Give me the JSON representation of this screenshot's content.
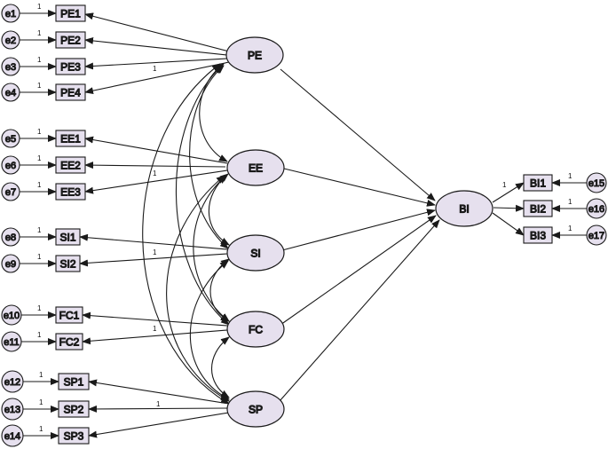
{
  "latents": {
    "PE": "PE",
    "EE": "EE",
    "SI": "SI",
    "FC": "FC",
    "SP": "SP",
    "BI": "BI"
  },
  "observed": {
    "PE1": "PE1",
    "PE2": "PE2",
    "PE3": "PE3",
    "PE4": "PE4",
    "EE1": "EE1",
    "EE2": "EE2",
    "EE3": "EE3",
    "SI1": "SI1",
    "SI2": "SI2",
    "FC1": "FC1",
    "FC2": "FC2",
    "SP1": "SP1",
    "SP2": "SP2",
    "SP3": "SP3",
    "BI1": "BI1",
    "BI2": "BI2",
    "BI3": "BI3"
  },
  "errors": {
    "e1": "e1",
    "e2": "e2",
    "e3": "e3",
    "e4": "e4",
    "e5": "e5",
    "e6": "e6",
    "e7": "e7",
    "e8": "e8",
    "e9": "e9",
    "e10": "e10",
    "e11": "e11",
    "e12": "e12",
    "e13": "e13",
    "e14": "e14",
    "e15": "e15",
    "e16": "e16",
    "e17": "e17"
  },
  "fixed_loading": "1",
  "colors": {
    "latent_fill": "#e6e0ee",
    "observed_fill": "#e6e0ee",
    "error_fill": "#e6e0ee",
    "stroke": "#1a1a1a"
  }
}
